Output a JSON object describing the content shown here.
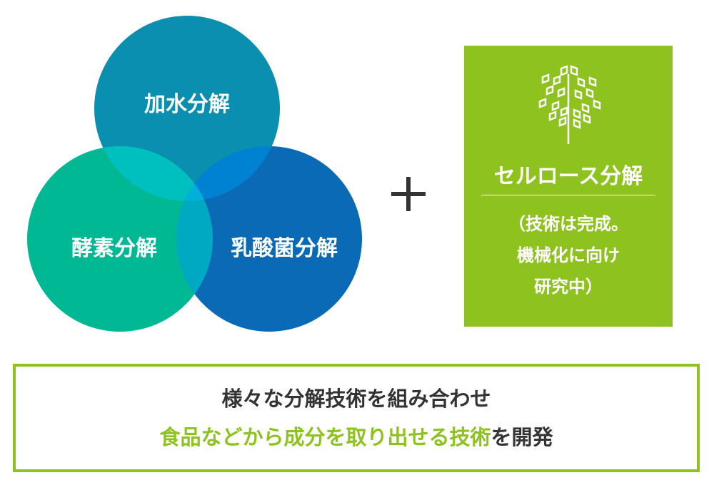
{
  "venn": {
    "top": "加水分解",
    "left": "酵素分解",
    "right": "乳酸菌分解"
  },
  "colors": {
    "top": "#0a8fb0",
    "left": "#00b894",
    "right": "#0a6ab5",
    "green": "#8dc21f"
  },
  "plus_icon": "plus-icon",
  "cellulose": {
    "icon": "tree-icon",
    "title": "セルロース分解",
    "note": [
      "（技術は完成。",
      "機械化に向け",
      "研究中）"
    ]
  },
  "summary": {
    "line1": "様々な分解技術を組み合わせ",
    "line2_highlight": "食品などから成分を取り出せる技術",
    "line2_rest": "を開発"
  }
}
